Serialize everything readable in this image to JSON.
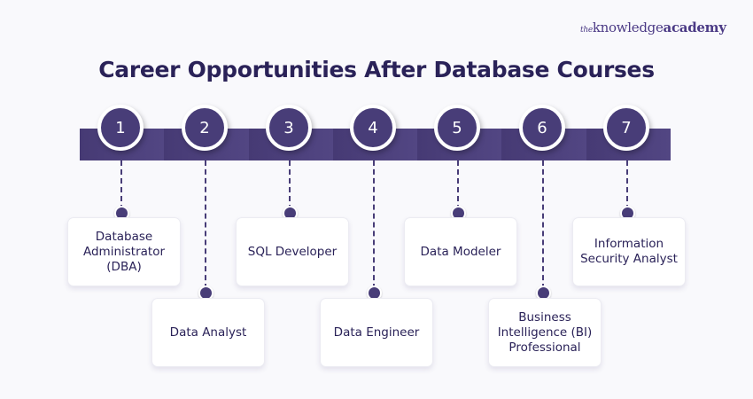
{
  "brand": {
    "prefix": "the",
    "middle": "knowledge",
    "suffix": "academy"
  },
  "title": "Career Opportunities After Database Courses",
  "colors": {
    "primary": "#483d78",
    "title": "#2a2258",
    "background": "#f9f9fc"
  },
  "steps": [
    {
      "number": "1",
      "label": "Database Administrator (DBA)",
      "position": "top"
    },
    {
      "number": "2",
      "label": "Data Analyst",
      "position": "bottom"
    },
    {
      "number": "3",
      "label": "SQL Developer",
      "position": "top"
    },
    {
      "number": "4",
      "label": "Data Engineer",
      "position": "bottom"
    },
    {
      "number": "5",
      "label": "Data Modeler",
      "position": "top"
    },
    {
      "number": "6",
      "label": "Business Intelligence (BI) Professional",
      "position": "bottom"
    },
    {
      "number": "7",
      "label": "Information Security Analyst",
      "position": "top"
    }
  ]
}
